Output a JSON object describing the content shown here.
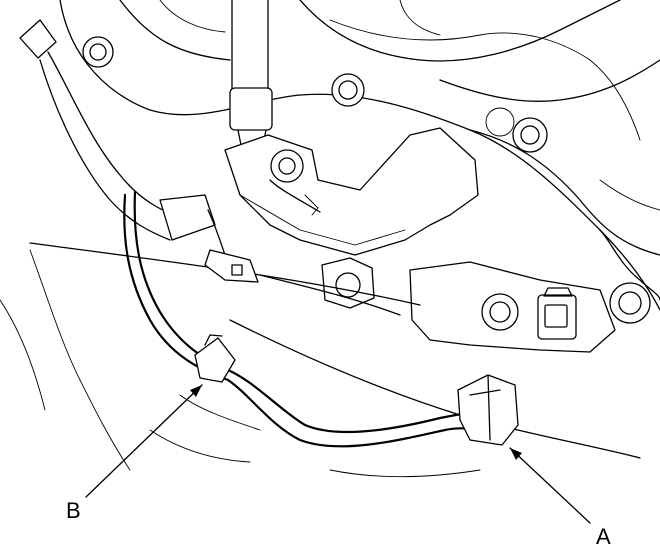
{
  "diagram": {
    "callouts": [
      {
        "id": "A",
        "label": "A",
        "target": "connector-housing"
      },
      {
        "id": "B",
        "label": "B",
        "target": "harness-clip"
      }
    ]
  }
}
